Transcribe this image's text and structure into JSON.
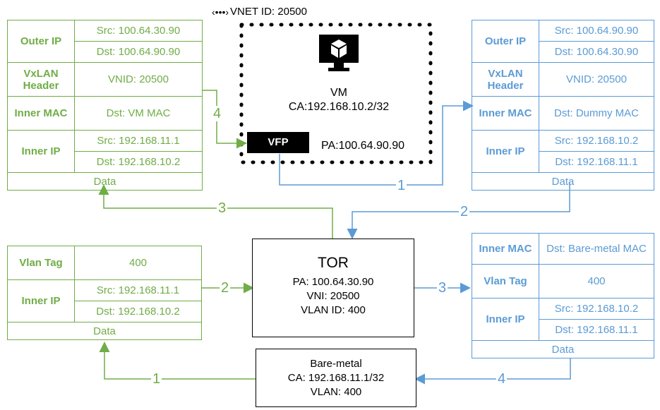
{
  "vnet": {
    "label": "VNET ID: 20500",
    "icon": "virtual-network-icon",
    "vm": {
      "title": "VM",
      "ca": "CA:192.168.10.2/32",
      "icon": "monitor-cube-icon"
    },
    "vfp": {
      "label": "VFP",
      "pa": "PA:100.64.90.90"
    }
  },
  "tor": {
    "title": "TOR",
    "pa": "PA: 100.64.30.90",
    "vni": "VNI: 20500",
    "vlan": "VLAN ID: 400"
  },
  "baremetal": {
    "title": "Bare-metal",
    "ca": "CA: 192.168.11.1/32",
    "vlan": "VLAN: 400"
  },
  "top_left_packet": {
    "outer_ip_label": "Outer IP",
    "outer_src": "Src: 100.64.30.90",
    "outer_dst": "Dst: 100.64.90.90",
    "vxlan_label": "VxLAN Header",
    "vnid": "VNID: 20500",
    "inner_mac_label": "Inner MAC",
    "inner_mac": "Dst: VM MAC",
    "inner_ip_label": "Inner IP",
    "inner_src": "Src: 192.168.11.1",
    "inner_dst": "Dst: 192.168.10.2",
    "data": "Data"
  },
  "top_right_packet": {
    "outer_ip_label": "Outer IP",
    "outer_src": "Src: 100.64.90.90",
    "outer_dst": "Dst: 100.64.30.90",
    "vxlan_label": "VxLAN Header",
    "vnid": "VNID: 20500",
    "inner_mac_label": "Inner MAC",
    "inner_mac": "Dst: Dummy MAC",
    "inner_ip_label": "Inner IP",
    "inner_src": "Src: 192.168.10.2",
    "inner_dst": "Dst: 192.168.11.1",
    "data": "Data"
  },
  "bottom_left_packet": {
    "vlan_label": "Vlan Tag",
    "vlan": "400",
    "inner_ip_label": "Inner IP",
    "inner_src": "Src: 192.168.11.1",
    "inner_dst": "Dst: 192.168.10.2",
    "data": "Data"
  },
  "bottom_right_packet": {
    "inner_mac_label": "Inner MAC",
    "inner_mac": "Dst: Bare-metal MAC",
    "vlan_label": "Vlan Tag",
    "vlan": "400",
    "inner_ip_label": "Inner IP",
    "inner_src": "Src: 192.168.10.2",
    "inner_dst": "Dst: 192.168.11.1",
    "data": "Data"
  },
  "edges": {
    "green": {
      "color": "#70ad47",
      "steps": [
        "1",
        "2",
        "3",
        "4"
      ]
    },
    "blue": {
      "color": "#5b9bd5",
      "steps": [
        "1",
        "2",
        "3",
        "4"
      ]
    }
  }
}
